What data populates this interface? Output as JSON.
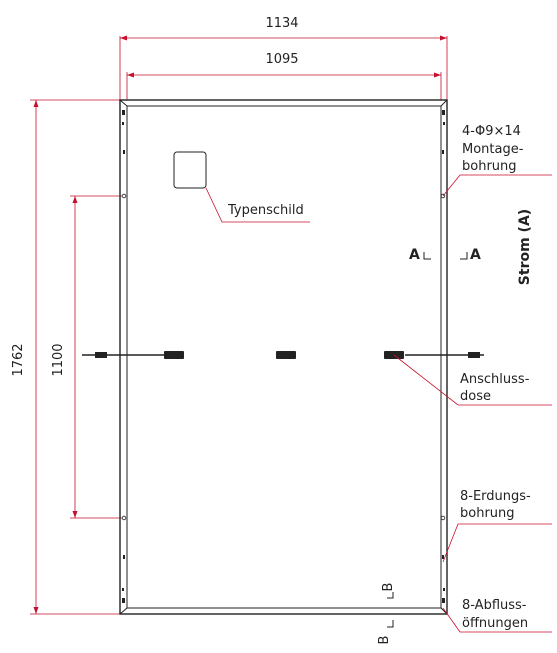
{
  "dimensions": {
    "overall_width": "1134",
    "frame_width": "1095",
    "overall_height": "1762",
    "hole_spacing": "1100"
  },
  "labels": {
    "mounting_line1": "4-Φ9×14",
    "mounting_line2": "Montage-",
    "mounting_line3": "bohrung",
    "nameplate": "Typenschild",
    "section_a_left": "A",
    "section_a_right": "A",
    "current": "Strom (A)",
    "junction_line1": "Anschluss-",
    "junction_line2": "dose",
    "grounding_line1": "8-Erdungs-",
    "grounding_line2": "bohrung",
    "drain_line1": "8-Abfluss-",
    "drain_line2": "öffnungen",
    "section_b_top": "B",
    "section_b_bottom": "B"
  },
  "colors": {
    "dimension_line": "#c8102e",
    "outline": "#222222"
  }
}
